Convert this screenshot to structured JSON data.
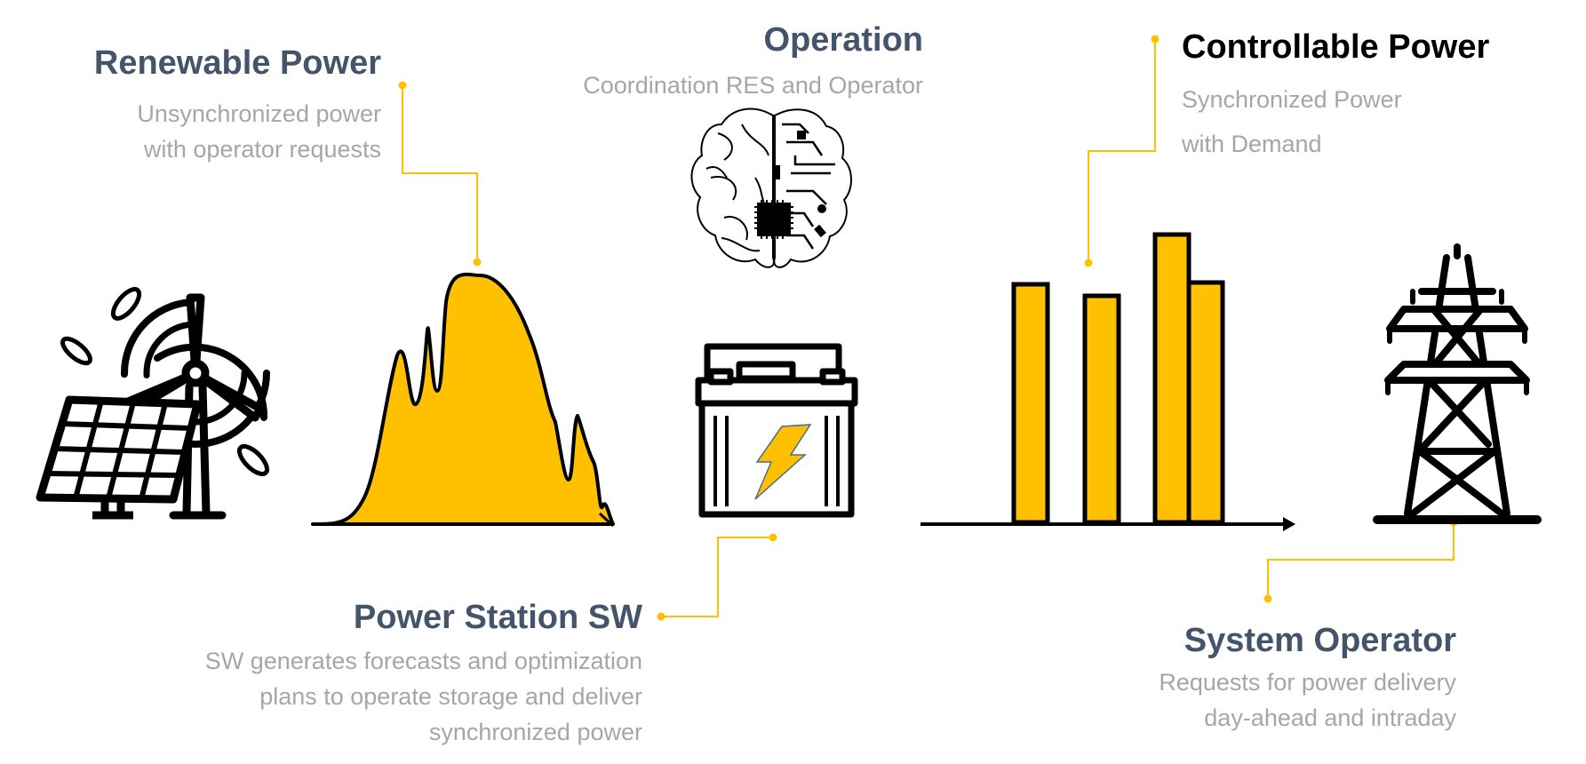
{
  "renewable": {
    "title": "Renewable Power",
    "line1": "Unsynchronized power",
    "line2": "with operator requests"
  },
  "operation": {
    "title": "Operation",
    "subtitle": "Coordination RES and Operator"
  },
  "controllable": {
    "title": "Controllable Power",
    "line1": "Synchronized Power",
    "line2": "with Demand"
  },
  "station": {
    "title": "Power Station SW",
    "line1": "SW generates forecasts and optimization",
    "line2": "plans to operate storage and deliver",
    "line3": "synchronized power"
  },
  "operator": {
    "title": "System Operator",
    "line1": "Requests for power delivery",
    "line2": "day-ahead and intraday"
  },
  "colors": {
    "accent": "#ffc000",
    "heading": "#44546a",
    "subtext": "#a6a6a6",
    "outline": "#000000"
  },
  "icons": [
    "solar-panel-icon",
    "wind-turbine-icon",
    "brain-chip-icon",
    "battery-icon",
    "lightning-icon",
    "transmission-tower-icon"
  ]
}
